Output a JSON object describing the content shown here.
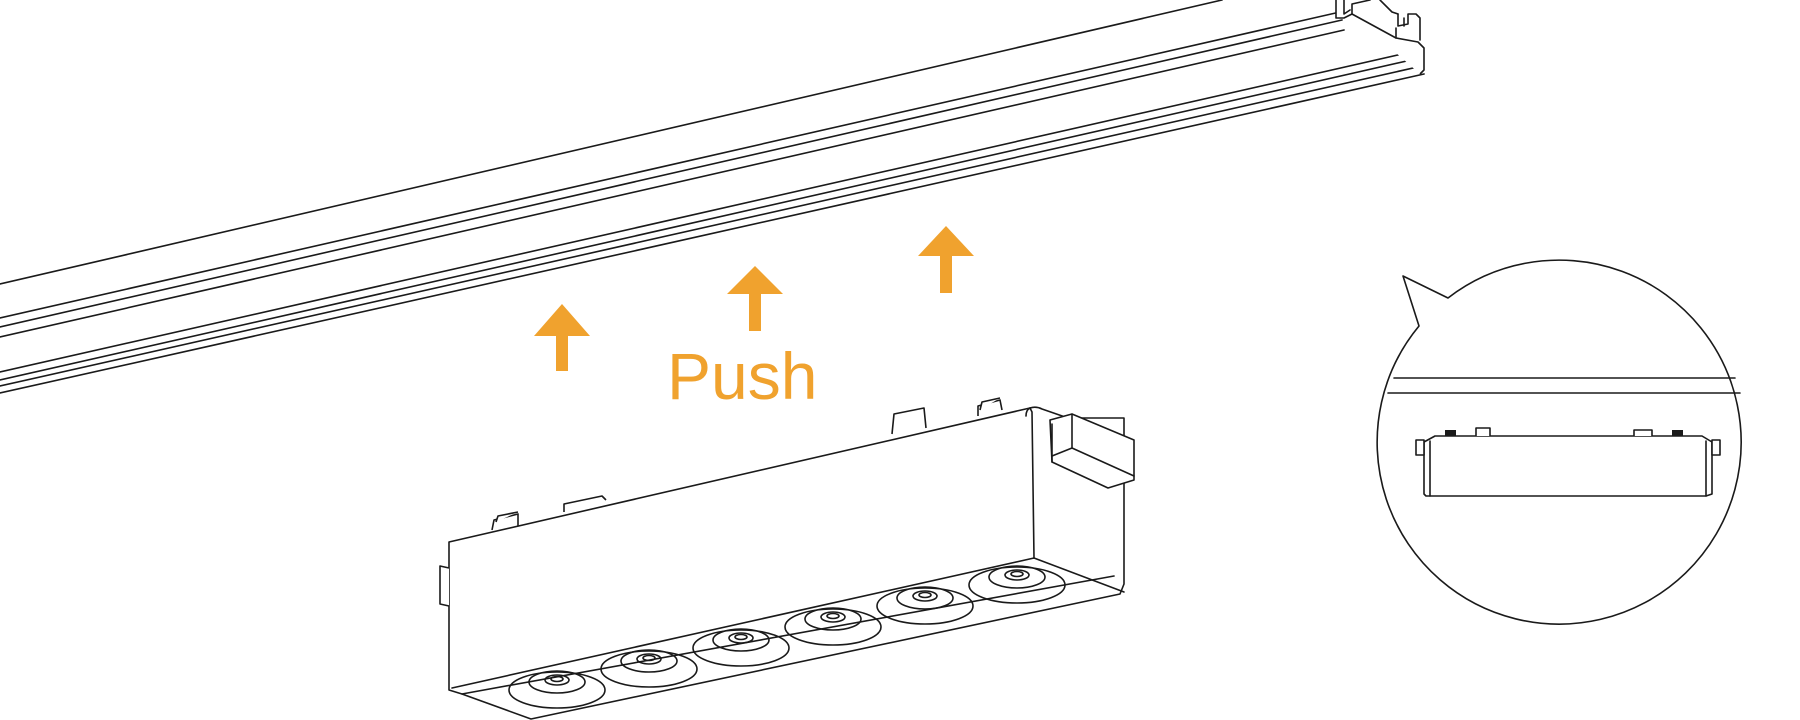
{
  "instruction": {
    "label": "Push",
    "color": "#f0a22e"
  },
  "line_color": "#1a1a1a",
  "icons": [
    "push-up-arrow",
    "push-up-arrow",
    "push-up-arrow"
  ]
}
